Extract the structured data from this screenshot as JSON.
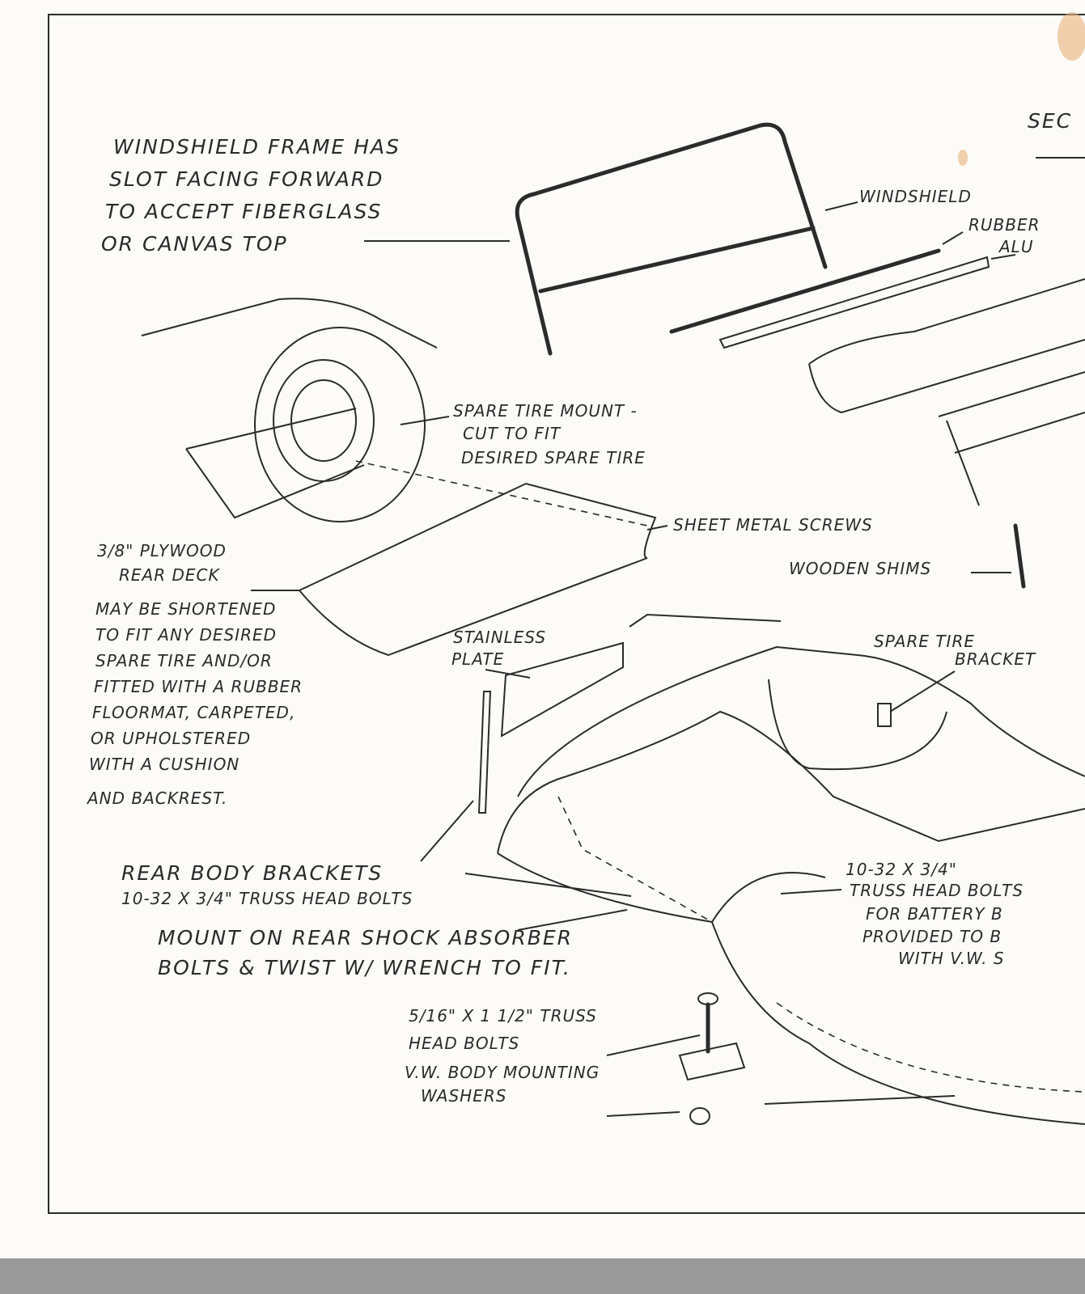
{
  "labels": {
    "section_header": "SEC",
    "windshield_note": [
      "WINDSHIELD FRAME HAS",
      "SLOT FACING FORWARD",
      "TO ACCEPT FIBERGLASS",
      "OR CANVAS TOP"
    ],
    "windshield": "WINDSHIELD",
    "rubber": "RUBBER",
    "aluminum": "ALU",
    "spare_tire_mount": [
      "SPARE TIRE MOUNT -",
      "CUT TO FIT",
      "DESIRED SPARE TIRE"
    ],
    "sheet_metal_screws": "SHEET METAL SCREWS",
    "plywood": [
      "3/8\" PLYWOOD",
      "REAR DECK"
    ],
    "deck_note": [
      "MAY BE SHORTENED",
      "TO FIT ANY DESIRED",
      "SPARE TIRE AND/OR",
      "FITTED WITH A RUBBER",
      "FLOORMAT, CARPETED,",
      "OR UPHOLSTERED",
      "WITH A CUSHION",
      "AND BACKREST."
    ],
    "wooden_shims": "WOODEN SHIMS",
    "stainless_plate": [
      "STAINLESS",
      "PLATE"
    ],
    "spare_tire_bracket": [
      "SPARE TIRE",
      "BRACKET"
    ],
    "rear_body_brackets": [
      "REAR BODY BRACKETS",
      "10-32 X 3/4\" TRUSS HEAD BOLTS"
    ],
    "battery_bolts": [
      "10-32 X 3/4\"",
      "TRUSS HEAD BOLTS",
      "FOR BATTERY B",
      "PROVIDED TO B",
      "WITH V.W. S"
    ],
    "shock_mount": [
      "MOUNT ON REAR SHOCK ABSORBER",
      "BOLTS & TWIST W/ WRENCH TO FIT."
    ],
    "truss_bolts": [
      "5/16\" X 1 1/2\" TRUSS",
      "HEAD BOLTS"
    ],
    "washers": [
      "V.W. BODY MOUNTING",
      "WASHERS"
    ]
  }
}
